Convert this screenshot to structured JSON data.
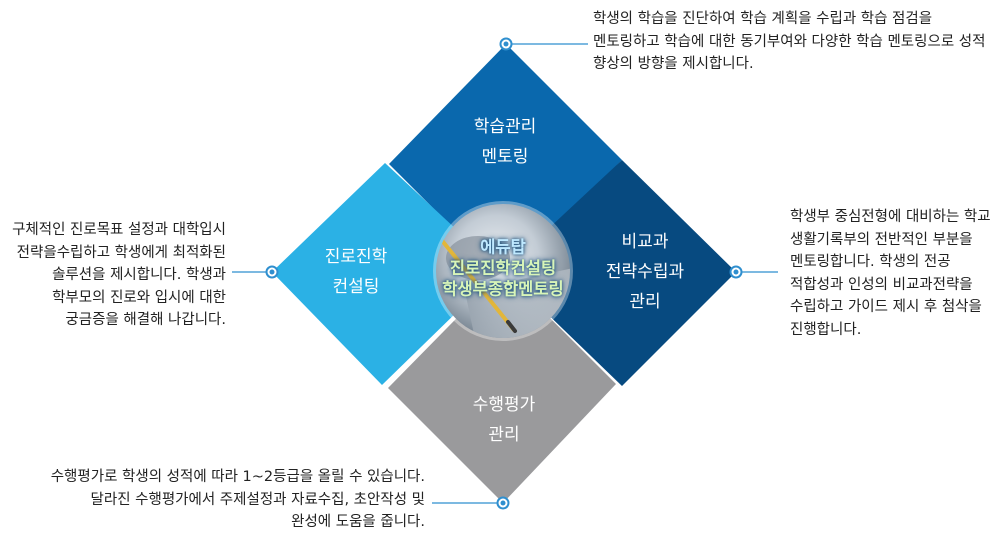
{
  "center": {
    "line1": "에듀탑",
    "line2": "진로진학컨설팅",
    "line3": "학생부종합멘토링"
  },
  "diamonds": {
    "top": {
      "line1": "학습관리",
      "line2": "멘토링",
      "color": "#0a68ad"
    },
    "left": {
      "line1": "진로진학",
      "line2": "컨설팅",
      "color": "#2bb1e5"
    },
    "right": {
      "line1": "비교과",
      "line2": "전략수립과",
      "line3": "관리",
      "color": "#074a80"
    },
    "bottom": {
      "line1": "수행평가",
      "line2": "관리",
      "color": "#9a9a9c"
    }
  },
  "descriptions": {
    "top": [
      "학생의 학습을 진단하여 학습 계획을 수립과 학습 점검을",
      "멘토링하고 학습에 대한 동기부여와 다양한 학습 멘토링으로 성적",
      "향상의 방향을 제시합니다."
    ],
    "left": [
      "구체적인 진로목표 설정과 대학입시",
      "전략을수립하고 학생에게 최적화된",
      "솔루션을 제시합니다. 학생과",
      "학부모의 진로와 입시에 대한",
      "궁금증을 해결해 나갑니다."
    ],
    "right": [
      "학생부 중심전형에 대비하는 학교",
      "생활기록부의 전반적인 부분을",
      "멘토링합니다. 학생의 전공",
      "적합성과 인성의 비교과전략을",
      "수립하고 가이드 제시 후 첨삭을",
      "진행합니다."
    ],
    "bottom": [
      "수행평가로 학생의 성적에 따라 1~2등급을 올릴 수 있습니다.",
      "달라진 수행평가에서 주제설정과 자료수집, 초안작성 및",
      "완성에 도움을 줍니다."
    ]
  },
  "connector_color": "#2f8fcf"
}
